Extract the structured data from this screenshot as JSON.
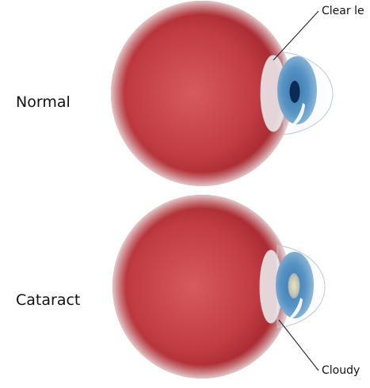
{
  "labels": {
    "normal": "Normal",
    "cataract": "Cataract",
    "clear_lens": "Clear le",
    "cloudy": "Cloudy"
  },
  "colors": {
    "eyeball": "#c23c43",
    "iris": "#4f8dbf",
    "pupil": "#0b2a55",
    "cloudy_center": "#d4d0b8"
  }
}
